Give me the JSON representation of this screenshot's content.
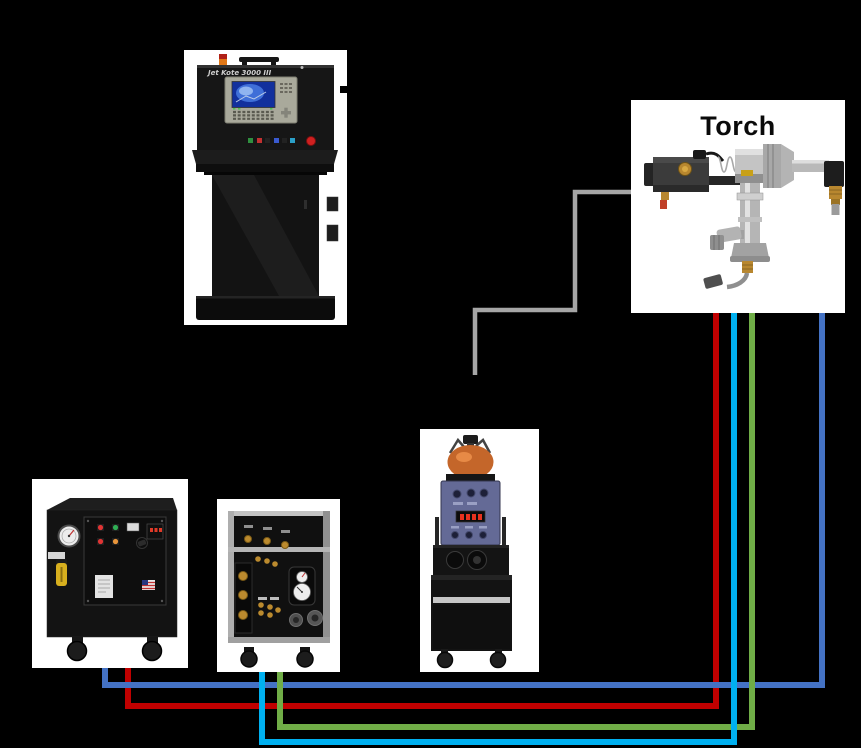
{
  "scene": {
    "background_color": "#000000",
    "card_color": "#ffffff",
    "torch_label": "Torch"
  },
  "console": {
    "logo_text": "Jet Kote 3000 III"
  },
  "line_colors": {
    "gray": "#a6a6a6",
    "red": "#c00000",
    "blue": "#4472c4",
    "green": "#70ad47",
    "cyan": "#00b0f0"
  },
  "equipment": [
    {
      "id": "control-console"
    },
    {
      "id": "torch"
    },
    {
      "id": "powder-feeder"
    },
    {
      "id": "chiller"
    },
    {
      "id": "gas-console"
    }
  ],
  "connections": [
    {
      "id": "signal-line",
      "color_key": "gray",
      "from": "powder-feeder-area",
      "to": "torch"
    },
    {
      "id": "red-hose",
      "color_key": "red",
      "from": "chiller",
      "to": "torch"
    },
    {
      "id": "blue-hose",
      "color_key": "blue",
      "from": "chiller",
      "to": "torch"
    },
    {
      "id": "green-hose",
      "color_key": "green",
      "from": "gas-console",
      "to": "torch"
    },
    {
      "id": "cyan-hose",
      "color_key": "cyan",
      "from": "gas-console",
      "to": "torch"
    }
  ]
}
